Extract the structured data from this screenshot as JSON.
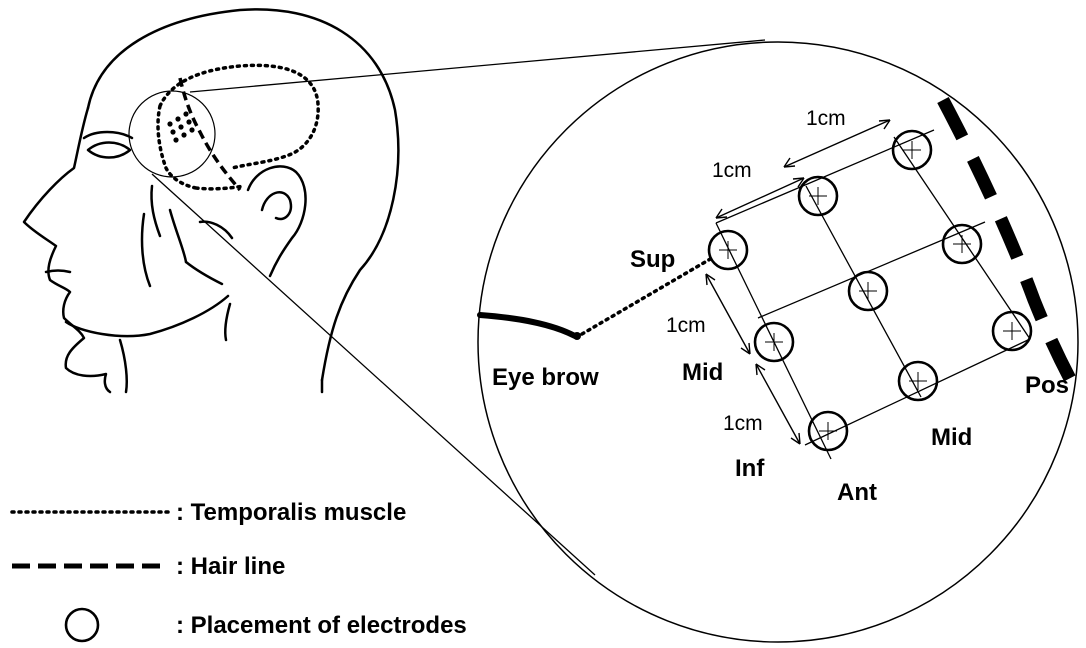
{
  "diagram": {
    "magnified_labels": {
      "eyebrow": "Eye brow",
      "sup": "Sup",
      "mid_vertical": "Mid",
      "inf": "Inf",
      "ant": "Ant",
      "mid_horizontal": "Mid",
      "pos": "Pos"
    },
    "spacing_labels": {
      "top": "1cm",
      "upper": "1cm",
      "left_upper": "1cm",
      "left_lower": "1cm"
    },
    "legend": [
      {
        "key": "temporalis",
        "text": ": Temporalis muscle",
        "style": "dotted"
      },
      {
        "key": "hairline",
        "text": ": Hair line",
        "style": "dashed"
      },
      {
        "key": "electrode",
        "text": ": Placement of electrodes",
        "style": "circle"
      }
    ],
    "electrode_grid": {
      "rows": 3,
      "cols": 3,
      "count": 9
    }
  }
}
